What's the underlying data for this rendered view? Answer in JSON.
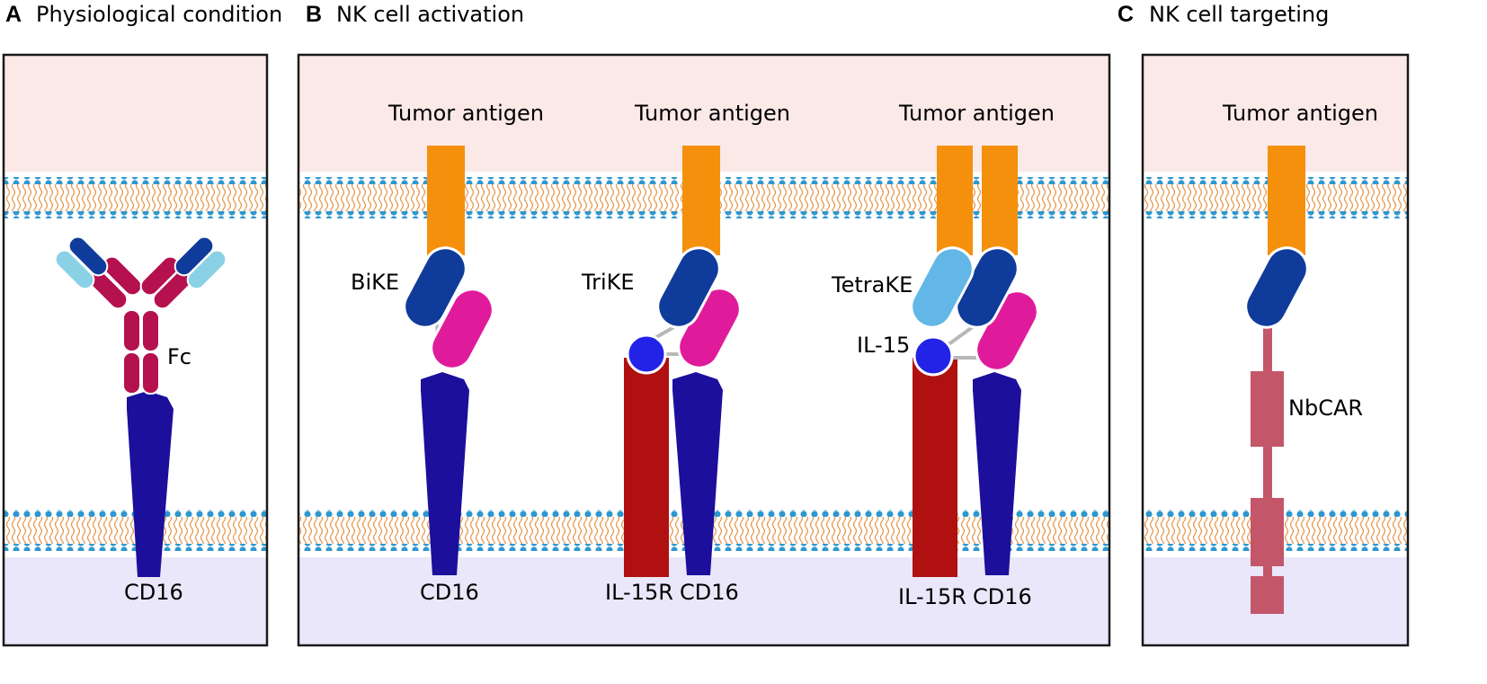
{
  "panels": [
    {
      "letter": "A",
      "title": "Physiological condition"
    },
    {
      "letter": "B",
      "title": "NK cell activation"
    },
    {
      "letter": "C",
      "title": "NK cell targeting"
    }
  ],
  "labels": {
    "fc": "Fc",
    "cd16_a": "CD16",
    "antigen_bike": "Tumor antigen",
    "antigen_trike": "Tumor antigen",
    "antigen_tetrake": "Tumor antigen",
    "antigen_c": "Tumor antigen",
    "bike": "BiKE",
    "trike": "TriKE",
    "tetrake": "TetraKE",
    "il15": "IL-15",
    "cd16_bike": "CD16",
    "il15r_trike": "IL-15R",
    "cd16_trike": "CD16",
    "il15r_tetrake": "IL-15R",
    "cd16_tetrake": "CD16",
    "nbcar": "NbCAR"
  },
  "colors": {
    "extracellular": "#fbe9e8",
    "cytoplasm": "#e9e7f9",
    "lipid_head": "#2f97cf",
    "lipid_tail": "#e89a52",
    "tumor_antigen": "#f4900c",
    "vhh_dark_blue": "#0f3b9a",
    "vhh_light_blue": "#62b7e6",
    "magenta": "#e01b9b",
    "il15": "#2323e8",
    "il15r": "#b01010",
    "cd16": "#1b0f9c",
    "antibody": "#b5114f",
    "antibody_light": "#8bd1e6",
    "nbcar": "#c4566a",
    "linker": "#b8b8b8"
  }
}
